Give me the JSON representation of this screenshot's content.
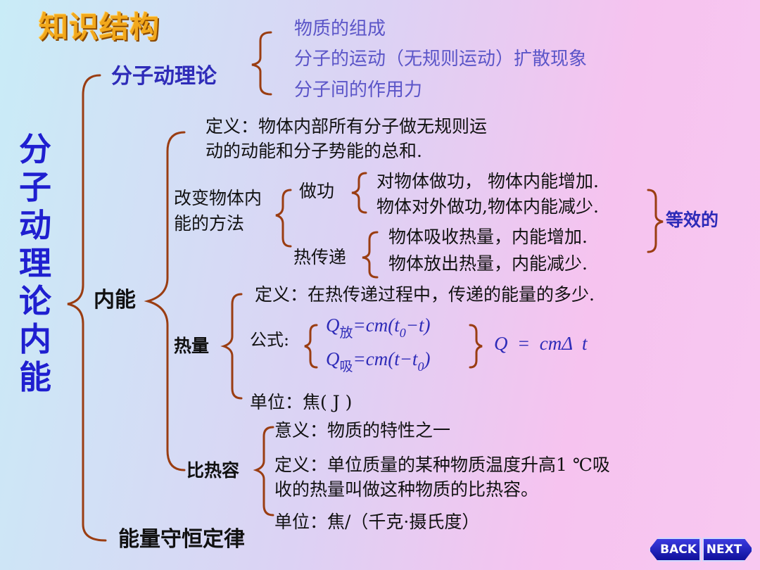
{
  "title": "知识结构",
  "vertical_title": "分子动理论 内能",
  "kmt": {
    "heading": "分子动理论",
    "items": [
      "物质的组成",
      "分子的运动（无规则运动）扩散现象",
      "分子间的作用力"
    ]
  },
  "internal": {
    "heading": "内能",
    "definition": [
      "定义：物体内部所有分子做无规则运",
      "动的动能和分子势能的总和."
    ],
    "methods_label": [
      "改变物体内",
      "能的方法"
    ],
    "work_label": "做功",
    "work_items": [
      "对物体做功，  物体内能增加.",
      "物体对外做功,物体内能减少."
    ],
    "heat_transfer_label": "热传递",
    "heat_transfer_items": [
      "物体吸收热量，内能增加.",
      "物体放出热量，内能减少."
    ],
    "equivalent": "等效的"
  },
  "heat": {
    "label": "热量",
    "definition": "定义：在热传递过程中，传递的能量的多少.",
    "formula_label": "公式:",
    "formula_release": {
      "Q": "Q",
      "sub": "放",
      "rest": "=cm(t",
      "t_sub": "0",
      "end": "−t)"
    },
    "formula_absorb": {
      "Q": "Q",
      "sub": "吸",
      "rest": "=cm(t−t",
      "t_sub": "0",
      "end": ")"
    },
    "formula_general": "Q  =  cmΔ  t",
    "unit": "单位：焦( J )"
  },
  "specific_heat": {
    "label": "比热容",
    "meaning": "意义：物质的特性之一",
    "definition": [
      "定义：单位质量的某种物质温度升高1 ℃吸",
      "收的热量叫做这种物质的比热容。"
    ],
    "unit": "单位：焦/（千克·摄氏度）"
  },
  "energy_law": "能量守恒定律",
  "nav": {
    "back": "BACK",
    "next": "NEXT"
  }
}
